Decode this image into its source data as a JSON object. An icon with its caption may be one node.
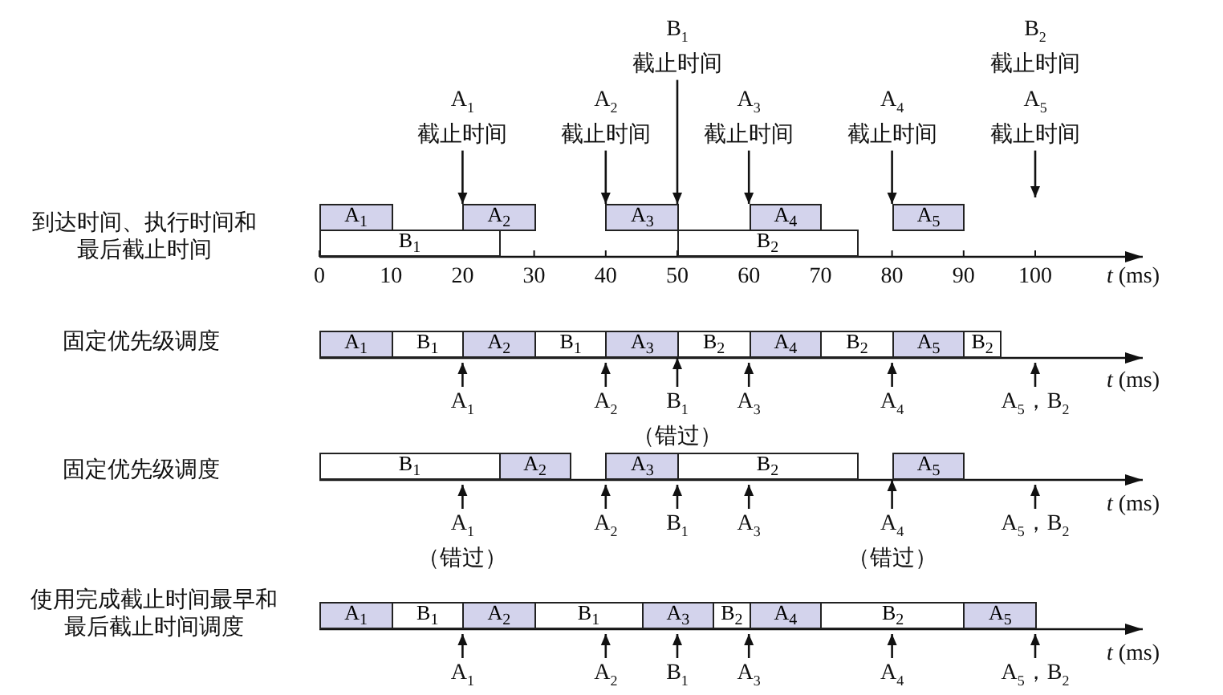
{
  "diagram": {
    "nodes": [
      {
        "text": [
          "A$_{1}$"
        ]
      },
      {
        "text": [
          "A$_{2}$"
        ]
      },
      {
        "text": [
          "A$_{3}$"
        ]
      },
      {
        "text": [
          "A$_{4}$"
        ]
      },
      {
        "text": [
          "A$_{5}$"
        ]
      },
      {
        "text": [
          "B$_{1}$"
        ]
      },
      {
        "text": [
          "B$_{2}$"
        ]
      },
      {
        "text": [
          "A$_{1}$",
          "截止时间"
        ]
      },
      {
        "text": [
          "A$_{2}$",
          "截止时间"
        ]
      },
      {
        "text": [
          "B$_{1}$",
          "截止时间"
        ]
      },
      {
        "text": [
          "A$_{3}$",
          "截止时间"
        ]
      },
      {
        "text": [
          "A$_{4}$",
          "截止时间"
        ]
      },
      {
        "text": [
          "B$_{2}$",
          "截止时间"
        ]
      },
      {
        "text": [
          "A$_{5}$",
          "截止时间"
        ]
      },
      {
        "text": [
          "A$_{1}$"
        ]
      },
      {
        "text": [
          "B$_{1}$"
        ]
      },
      {
        "text": [
          "A$_{2}$"
        ]
      },
      {
        "text": [
          "B$_{1}$"
        ]
      },
      {
        "text": [
          "A$_{3}$"
        ]
      },
      {
        "text": [
          "B$_{2}$"
        ]
      },
      {
        "text": [
          "A$_{4}$"
        ]
      },
      {
        "text": [
          "B$_{2}$"
        ]
      },
      {
        "text": [
          "A$_{5}$"
        ]
      },
      {
        "text": [
          "B$_{2}$"
        ]
      },
      {
        "text": [
          "A$_{1}$"
        ]
      },
      {
        "text": [
          "A$_{2}$"
        ]
      },
      {
        "text": [
          "B$_{1}$",
          "（错过）"
        ]
      },
      {
        "text": [
          "A$_{3}$"
        ]
      },
      {
        "text": [
          "A$_{4}$"
        ]
      },
      {
        "text": [
          "A$_{5}$，B$_{2}$"
        ]
      },
      {
        "text": [
          "B$_{1}$"
        ]
      },
      {
        "text": [
          "A$_{2}$"
        ]
      },
      {
        "text": [
          "A$_{3}$"
        ]
      },
      {
        "text": [
          "B$_{2}$"
        ]
      },
      {
        "text": [
          "A$_{5}$"
        ]
      },
      {
        "text": [
          "A$_{1}$",
          "（错过）"
        ]
      },
      {
        "text": [
          "A$_{2}$"
        ]
      },
      {
        "text": [
          "B$_{1}$"
        ]
      },
      {
        "text": [
          "A$_{3}$"
        ]
      },
      {
        "text": [
          "A$_{4}$",
          "（错过）"
        ]
      },
      {
        "text": [
          "A$_{5}$，B$_{2}$"
        ]
      },
      {
        "text": [
          "A$_{1}$"
        ]
      },
      {
        "text": [
          "B$_{1}$"
        ]
      },
      {
        "text": [
          "A$_{2}$"
        ]
      },
      {
        "text": [
          "B$_{1}$"
        ]
      },
      {
        "text": [
          "A$_{3}$"
        ]
      },
      {
        "text": [
          "B$_{2}$"
        ]
      },
      {
        "text": [
          "A$_{4}$"
        ]
      },
      {
        "text": [
          "B$_{2}$"
        ]
      },
      {
        "text": [
          "A$_{5}$"
        ]
      },
      {
        "text": [
          "A$_{1}$"
        ]
      },
      {
        "text": [
          "A$_{2}$"
        ]
      },
      {
        "text": [
          "B$_{1}$"
        ]
      },
      {
        "text": [
          "A$_{3}$"
        ]
      },
      {
        "text": [
          "A$_{4}$"
        ]
      },
      {
        "text": [
          "A$_{5}$，B$_{2}$"
        ]
      }
    ],
    "edges": [
      {
        "from": 7,
        "to": 1,
        "arrow": "to"
      },
      {
        "from": 8,
        "to": 2,
        "arrow": "to"
      },
      {
        "from": 9,
        "to": 2,
        "arrow": "to"
      },
      {
        "from": 10,
        "to": 3,
        "arrow": "to"
      },
      {
        "from": 11,
        "to": 4,
        "arrow": "to"
      },
      {
        "from": 13,
        "to": null,
        "arrow": "to"
      },
      {
        "from": 24,
        "to": null,
        "arrow": "to"
      },
      {
        "from": 25,
        "to": null,
        "arrow": "to"
      },
      {
        "from": 26,
        "to": 18,
        "arrow": "to"
      },
      {
        "from": 27,
        "to": null,
        "arrow": "to"
      },
      {
        "from": 28,
        "to": null,
        "arrow": "to"
      },
      {
        "from": 29,
        "to": null,
        "arrow": "to"
      },
      {
        "from": 35,
        "to": null,
        "arrow": "to"
      },
      {
        "from": 36,
        "to": null,
        "arrow": "to"
      },
      {
        "from": 37,
        "to": null,
        "arrow": "to"
      },
      {
        "from": 38,
        "to": null,
        "arrow": "to"
      },
      {
        "from": 39,
        "to": 34,
        "arrow": "to"
      },
      {
        "from": 40,
        "to": null,
        "arrow": "to"
      },
      {
        "from": 50,
        "to": null,
        "arrow": "to"
      },
      {
        "from": 51,
        "to": null,
        "arrow": "to"
      },
      {
        "from": 52,
        "to": null,
        "arrow": "to"
      },
      {
        "from": 53,
        "to": null,
        "arrow": "to"
      },
      {
        "from": 54,
        "to": null,
        "arrow": "to"
      },
      {
        "from": 55,
        "to": null,
        "arrow": "to"
      }
    ],
    "labels": [
      "到达时间、执行时间和最后截止时间",
      "0",
      "10",
      "20",
      "30",
      "40",
      "50",
      "60",
      "70",
      "80",
      "90",
      "100",
      "*t* (ms)",
      "固定优先级调度",
      "*t* (ms)",
      "固定优先级调度",
      "*t* (ms)",
      "使用完成截止时间最早和最后截止时间调度",
      "*t* (ms)"
    ]
  }
}
